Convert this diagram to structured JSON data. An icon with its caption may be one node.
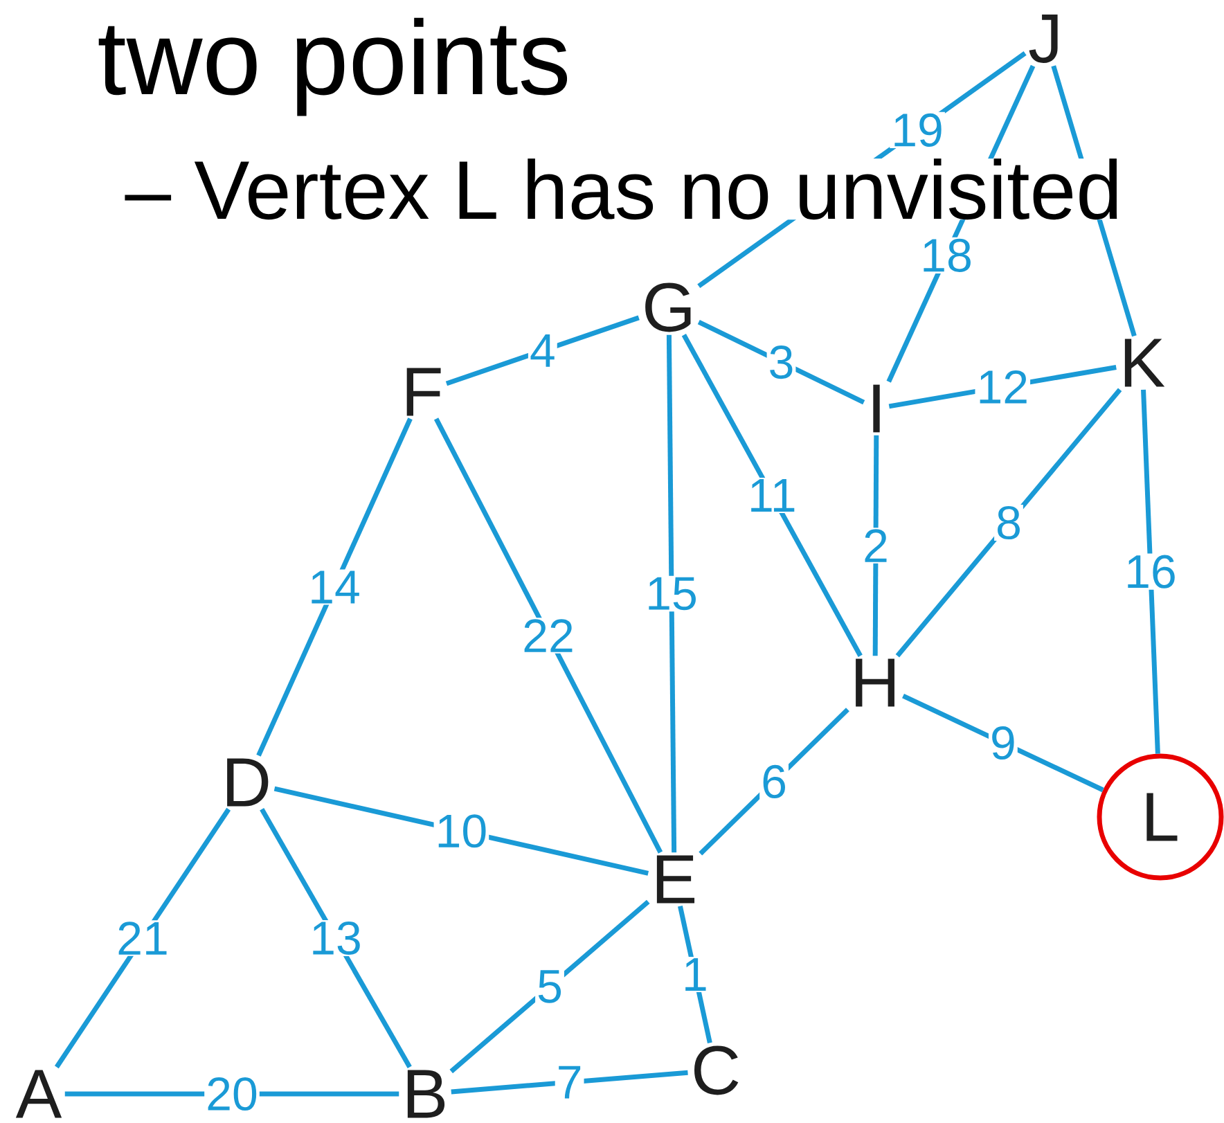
{
  "diagram": {
    "nodes": [
      {
        "text": [
          "J"
        ]
      },
      {
        "text": [
          "G"
        ]
      },
      {
        "text": [
          "K"
        ]
      },
      {
        "text": [
          "F"
        ]
      },
      {
        "text": [
          "I"
        ]
      },
      {
        "text": [
          "H"
        ]
      },
      {
        "text": [
          "D"
        ]
      },
      {
        "text": [
          "L"
        ]
      },
      {
        "text": [
          "E"
        ]
      },
      {
        "text": [
          "C"
        ]
      },
      {
        "text": [
          "A"
        ]
      },
      {
        "text": [
          "B"
        ]
      }
    ],
    "edges": [
      {
        "from": 0,
        "to": 1,
        "arrow": "none",
        "label": "19"
      },
      {
        "from": 0,
        "to": 4,
        "arrow": "none",
        "label": "18"
      },
      {
        "from": 0,
        "to": 2,
        "arrow": "none"
      },
      {
        "from": 1,
        "to": 3,
        "arrow": "none",
        "label": "4"
      },
      {
        "from": 1,
        "to": 4,
        "arrow": "none",
        "label": "3"
      },
      {
        "from": 4,
        "to": 2,
        "arrow": "none",
        "label": "12"
      },
      {
        "from": 1,
        "to": 8,
        "arrow": "none",
        "label": "15"
      },
      {
        "from": 1,
        "to": 5,
        "arrow": "none",
        "label": "11"
      },
      {
        "from": 4,
        "to": 5,
        "arrow": "none",
        "label": "2"
      },
      {
        "from": 2,
        "to": 5,
        "arrow": "none",
        "label": "8"
      },
      {
        "from": 2,
        "to": 7,
        "arrow": "none",
        "label": "16"
      },
      {
        "from": 3,
        "to": 6,
        "arrow": "none",
        "label": "14"
      },
      {
        "from": 3,
        "to": 8,
        "arrow": "none",
        "label": "22"
      },
      {
        "from": 5,
        "to": 7,
        "arrow": "none",
        "label": "9"
      },
      {
        "from": 5,
        "to": 8,
        "arrow": "none",
        "label": "6"
      },
      {
        "from": 6,
        "to": 8,
        "arrow": "none",
        "label": "10"
      },
      {
        "from": 6,
        "to": 10,
        "arrow": "none",
        "label": "21"
      },
      {
        "from": 6,
        "to": 11,
        "arrow": "none",
        "label": "13"
      },
      {
        "from": 8,
        "to": 11,
        "arrow": "none",
        "label": "5"
      },
      {
        "from": 8,
        "to": 9,
        "arrow": "none",
        "label": "1"
      },
      {
        "from": 10,
        "to": 11,
        "arrow": "none",
        "label": "20"
      },
      {
        "from": 11,
        "to": 9,
        "arrow": "none",
        "label": "7"
      }
    ],
    "labels": [
      "two points",
      "– Vertex L has no unvisited"
    ]
  }
}
